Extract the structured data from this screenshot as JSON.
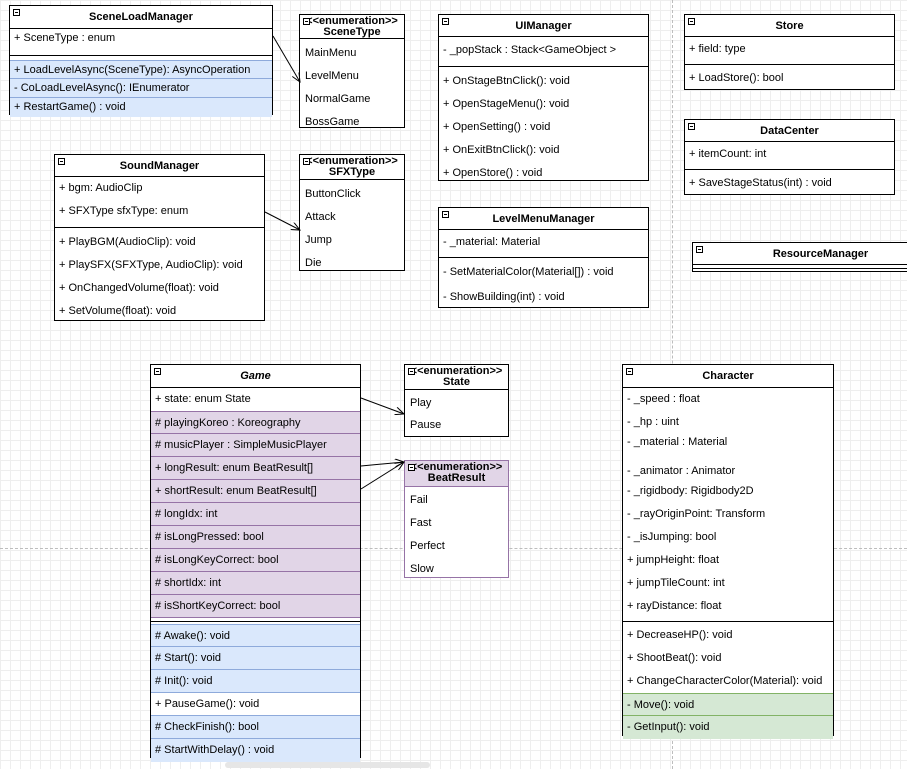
{
  "scene_load_manager": {
    "title": "SceneLoadManager",
    "attrs": [
      "+ SceneType  : enum"
    ],
    "methods": [
      "+ LoadLevelAsync(SceneType): AsyncOperation",
      "- CoLoadLevelAsync(): IEnumerator",
      "+ RestartGame() : void"
    ]
  },
  "scene_type": {
    "stereo": "<<enumeration>>",
    "name": "SceneType",
    "values": [
      "MainMenu",
      "LevelMenu",
      "NormalGame",
      "BossGame"
    ]
  },
  "ui_manager": {
    "title": "UIManager",
    "attrs": [
      "- _popStack : Stack<GameObject >"
    ],
    "methods": [
      "+ OnStageBtnClick(): void",
      "+ OpenStageMenu(): void",
      "+ OpenSetting() : void",
      "+ OnExitBtnClick(): void",
      "+ OpenStore() : void"
    ]
  },
  "store": {
    "title": "Store",
    "attrs": [
      "+ field: type"
    ],
    "methods": [
      "+ LoadStore(): bool"
    ]
  },
  "data_center": {
    "title": "DataCenter",
    "attrs": [
      "+ itemCount: int"
    ],
    "methods": [
      "+ SaveStageStatus(int) : void"
    ]
  },
  "resource_manager": {
    "title": "ResourceManager"
  },
  "sound_manager": {
    "title": "SoundManager",
    "attrs": [
      "+ bgm: AudioClip",
      "+ SFXType sfxType: enum"
    ],
    "methods": [
      "+ PlayBGM(AudioClip): void",
      "+ PlaySFX(SFXType, AudioClip): void",
      "+ OnChangedVolume(float): void",
      "+ SetVolume(float): void"
    ]
  },
  "sfx_type": {
    "stereo": "<<enumeration>>",
    "name": "SFXType",
    "values": [
      "ButtonClick",
      "Attack",
      "Jump",
      "Die"
    ]
  },
  "level_menu_manager": {
    "title": "LevelMenuManager",
    "attrs": [
      "- _material: Material"
    ],
    "methods": [
      "- SetMaterialColor(Material[]) : void",
      "- ShowBuilding(int) : void"
    ]
  },
  "game": {
    "title": "Game",
    "attrs": [
      "+ state: enum State",
      "# playingKoreo : Koreography",
      "# musicPlayer : SimpleMusicPlayer",
      "+ longResult: enum BeatResult[]",
      "+ shortResult: enum BeatResult[]",
      "# longIdx: int",
      "# isLongPressed: bool",
      "# isLongKeyCorrect: bool",
      "# shortIdx: int",
      "# isShortKeyCorrect: bool"
    ],
    "methods": [
      "# Awake(): void",
      "# Start(): void",
      "# Init(): void",
      "+ PauseGame(): void",
      "# CheckFinish(): bool",
      "# StartWithDelay() : void"
    ]
  },
  "state_enum": {
    "stereo": "<<enumeration>>",
    "name": "State",
    "values": [
      "Play",
      "Pause"
    ]
  },
  "beat_result": {
    "stereo": "<<enumeration>>",
    "name": "BeatResult",
    "values": [
      "Fail",
      "Fast",
      "Perfect",
      "Slow"
    ]
  },
  "character": {
    "title": "Character",
    "attrs": [
      "- _speed : float",
      "- _hp : uint",
      "- _material : Material",
      "- _animator : Animator",
      "- _rigidbody: Rigidbody2D",
      "- _rayOriginPoint: Transform",
      "- _isJumping: bool",
      "+ jumpHeight: float",
      "+ jumpTileCount: int",
      "+ rayDistance: float"
    ],
    "methods": [
      "+ DecreaseHP(): void",
      "+ ShootBeat(): void",
      "+ ChangeCharacterColor(Material): void",
      "- Move(): void",
      "- GetInput(): void"
    ]
  },
  "colors": {
    "inherited": "#dae8fc",
    "game_fields": "#e1d5e7",
    "private_methods": "#d5e8d4"
  }
}
